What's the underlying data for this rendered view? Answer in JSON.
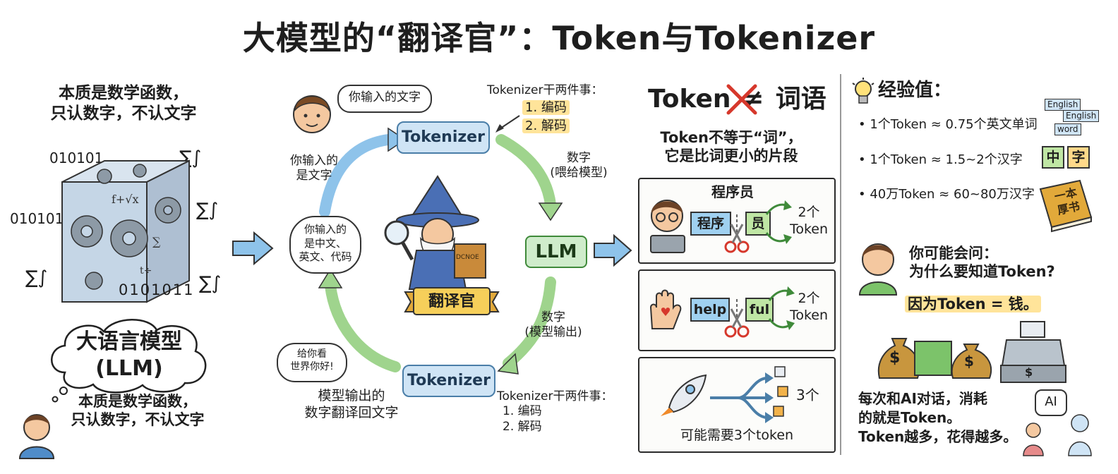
{
  "title": "大模型的“翻译官”：Token与Tokenizer",
  "left": {
    "heading_line1": "本质是数学函数，",
    "heading_line2": "只认数字，不认文字",
    "binary": "010101",
    "cube_binary": "0101011",
    "sigma_int": "∑∫",
    "cloud_line1": "大语言模型",
    "cloud_line2": "(LLM)",
    "caption_line1": "本质是数学函数，",
    "caption_line2": "只认数字，不认文字"
  },
  "middle": {
    "speech_top": "你输入的文字",
    "label_input_line1": "你输入的",
    "label_input_line2": "是文字",
    "tokenizer_top": "Tokenizer",
    "tasks_top_heading": "Tokenizer干两件事：",
    "tasks_top_1": "1. 编码",
    "tasks_top_2": "2. 解码",
    "label_numbers_in_line1": "数字",
    "label_numbers_in_line2": "(喂给模型)",
    "center_bubble_line1": "你输入的",
    "center_bubble_line2": "是中文、",
    "center_bubble_line3": "英文、代码",
    "wizard_banner": "翻译官",
    "book_text": "DCNOE",
    "llm": "LLM",
    "label_numbers_out_line1": "数字",
    "label_numbers_out_line2": "(模型输出)",
    "speech_bottom_line1": "给你看",
    "speech_bottom_line2": "世界你好!",
    "tokenizer_bottom": "Tokenizer",
    "label_output_line1": "模型输出的",
    "label_output_line2": "数字翻译回文字",
    "tasks_bottom_heading": "Tokenizer干两件事：",
    "tasks_bottom_1": "1. 编码",
    "tasks_bottom_2": "2. 解码"
  },
  "tokens": {
    "heading_left": "Token",
    "heading_neq": "≠",
    "heading_right": "词语",
    "sub_line1": "Token不等于“词”，",
    "sub_line2": "它是比词更小的片段",
    "card1_title": "程序员",
    "card1_piece1": "程序",
    "card1_piece2": "员",
    "card1_count": "2个",
    "card1_unit": "Token",
    "card2_piece1": "help",
    "card2_piece2": "ful",
    "card2_count": "2个",
    "card2_unit": "Token",
    "card3_count": "3个",
    "card3_caption": "可能需要3个token"
  },
  "right": {
    "heading": "经验值：",
    "bullet1": "1个Token ≈ 0.75个英文单词",
    "bullet2": "1个Token ≈ 1.5~2个汉字",
    "bullet3": "40万Token ≈ 60~80万汉字",
    "card_english1": "English",
    "card_english2": "English",
    "card_word": "word",
    "char1": "中",
    "char2": "字",
    "book_line1": "一本",
    "book_line2": "厚书",
    "question_line1": "你可能会问：",
    "question_line2": "为什么要知道Token?",
    "answer": "因为Token = 钱。",
    "dollar": "$",
    "bottom_line1": "每次和AI对话，消耗",
    "bottom_line2": "的就是Token。",
    "bottom_line3": "Token越多，花得越多。",
    "ai_bubble": "AI"
  },
  "colors": {
    "tokenizer_fill": "#cfe4f5",
    "llm_fill": "#cfeccb",
    "highlight": "#ffe49a",
    "arrow_blue": "#8ec3ea",
    "arrow_green": "#9fd48d",
    "cross_red": "#d6382c"
  },
  "icons": [
    "gear-icon",
    "wizard-icon",
    "magnifier-icon",
    "scissors-icon",
    "rocket-icon",
    "lightbulb-icon",
    "money-bag-icon",
    "cash-register-icon",
    "book-icon",
    "laptop-icon",
    "hand-heart-icon"
  ]
}
